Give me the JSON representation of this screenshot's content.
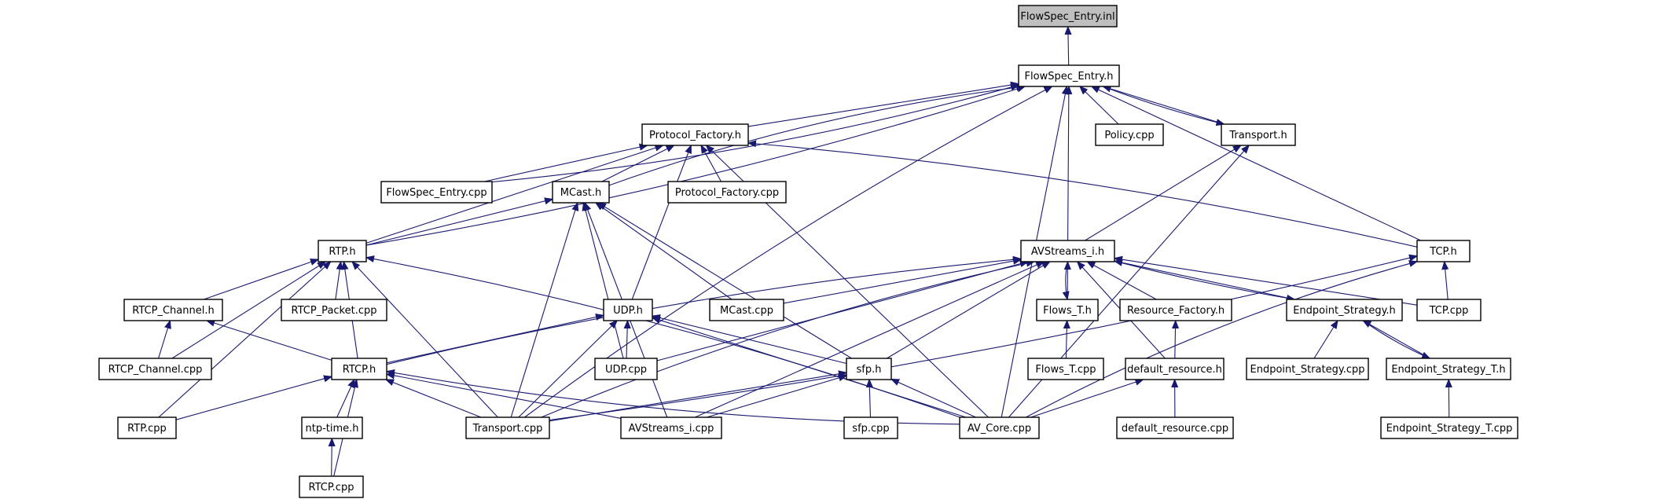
{
  "diagram": {
    "type": "include-dependency-graph",
    "root": "FlowSpec_Entry.inl",
    "nodes": [
      {
        "id": "inl",
        "label": "FlowSpec_Entry.inl",
        "highlighted": true
      },
      {
        "id": "fse_h",
        "label": "FlowSpec_Entry.h"
      },
      {
        "id": "policy_cpp",
        "label": "Policy.cpp"
      },
      {
        "id": "transport_h",
        "label": "Transport.h"
      },
      {
        "id": "pf_h",
        "label": "Protocol_Factory.h"
      },
      {
        "id": "fse_cpp",
        "label": "FlowSpec_Entry.cpp"
      },
      {
        "id": "mcast_h",
        "label": "MCast.h"
      },
      {
        "id": "pf_cpp",
        "label": "Protocol_Factory.cpp"
      },
      {
        "id": "rtp_h",
        "label": "RTP.h"
      },
      {
        "id": "avs_h",
        "label": "AVStreams_i.h"
      },
      {
        "id": "tcp_h",
        "label": "TCP.h"
      },
      {
        "id": "rtcpch_h",
        "label": "RTCP_Channel.h"
      },
      {
        "id": "rtcppk_cpp",
        "label": "RTCP_Packet.cpp"
      },
      {
        "id": "udp_h",
        "label": "UDP.h"
      },
      {
        "id": "mcast_cpp",
        "label": "MCast.cpp"
      },
      {
        "id": "flows_h",
        "label": "Flows_T.h"
      },
      {
        "id": "rf_h",
        "label": "Resource_Factory.h"
      },
      {
        "id": "es_h",
        "label": "Endpoint_Strategy.h"
      },
      {
        "id": "tcp_cpp",
        "label": "TCP.cpp"
      },
      {
        "id": "rtcpch_cpp",
        "label": "RTCP_Channel.cpp"
      },
      {
        "id": "rtcp_h",
        "label": "RTCP.h"
      },
      {
        "id": "udp_cpp",
        "label": "UDP.cpp"
      },
      {
        "id": "sfp_h",
        "label": "sfp.h"
      },
      {
        "id": "flows_cpp",
        "label": "Flows_T.cpp"
      },
      {
        "id": "dr_h",
        "label": "default_resource.h"
      },
      {
        "id": "es_cpp",
        "label": "Endpoint_Strategy.cpp"
      },
      {
        "id": "est_h",
        "label": "Endpoint_Strategy_T.h"
      },
      {
        "id": "rtp_cpp",
        "label": "RTP.cpp"
      },
      {
        "id": "ntp_h",
        "label": "ntp-time.h"
      },
      {
        "id": "transport_cpp",
        "label": "Transport.cpp"
      },
      {
        "id": "avs_cpp",
        "label": "AVStreams_i.cpp"
      },
      {
        "id": "sfp_cpp",
        "label": "sfp.cpp"
      },
      {
        "id": "avcore_cpp",
        "label": "AV_Core.cpp"
      },
      {
        "id": "dr_cpp",
        "label": "default_resource.cpp"
      },
      {
        "id": "est_cpp",
        "label": "Endpoint_Strategy_T.cpp"
      },
      {
        "id": "rtcp_cpp",
        "label": "RTCP.cpp"
      }
    ],
    "edges": [
      {
        "from": "fse_h",
        "to": "inl"
      },
      {
        "from": "policy_cpp",
        "to": "fse_h"
      },
      {
        "from": "transport_h",
        "to": "fse_h"
      },
      {
        "from": "fse_h",
        "to": "transport_h"
      },
      {
        "from": "pf_h",
        "to": "fse_h"
      },
      {
        "from": "fse_cpp",
        "to": "fse_h"
      },
      {
        "from": "mcast_h",
        "to": "fse_h"
      },
      {
        "from": "rtp_h",
        "to": "fse_h"
      },
      {
        "from": "avs_h",
        "to": "fse_h"
      },
      {
        "from": "tcp_h",
        "to": "fse_h"
      },
      {
        "from": "transport_cpp",
        "to": "fse_h"
      },
      {
        "from": "avcore_cpp",
        "to": "fse_h"
      },
      {
        "from": "fse_cpp",
        "to": "pf_h"
      },
      {
        "from": "mcast_h",
        "to": "pf_h"
      },
      {
        "from": "pf_cpp",
        "to": "pf_h"
      },
      {
        "from": "rtp_h",
        "to": "pf_h"
      },
      {
        "from": "udp_h",
        "to": "pf_h"
      },
      {
        "from": "tcp_h",
        "to": "pf_h"
      },
      {
        "from": "avcore_cpp",
        "to": "pf_h"
      },
      {
        "from": "avs_h",
        "to": "transport_h"
      },
      {
        "from": "avcore_cpp",
        "to": "transport_h"
      },
      {
        "from": "rtp_h",
        "to": "mcast_h"
      },
      {
        "from": "mcast_cpp",
        "to": "mcast_h"
      },
      {
        "from": "udp_cpp",
        "to": "mcast_h"
      },
      {
        "from": "transport_cpp",
        "to": "mcast_h"
      },
      {
        "from": "avs_cpp",
        "to": "mcast_h"
      },
      {
        "from": "sfp_h",
        "to": "mcast_h"
      },
      {
        "from": "rtcpch_h",
        "to": "rtp_h"
      },
      {
        "from": "rtcppk_cpp",
        "to": "rtp_h"
      },
      {
        "from": "rtcpch_cpp",
        "to": "rtp_h"
      },
      {
        "from": "rtcp_h",
        "to": "rtp_h"
      },
      {
        "from": "rtp_cpp",
        "to": "rtp_h"
      },
      {
        "from": "transport_cpp",
        "to": "rtp_h"
      },
      {
        "from": "avcore_cpp",
        "to": "rtp_h"
      },
      {
        "from": "rtcpch_cpp",
        "to": "rtcpch_h"
      },
      {
        "from": "rtcp_h",
        "to": "rtcpch_h"
      },
      {
        "from": "udp_cpp",
        "to": "udp_h"
      },
      {
        "from": "rtcp_h",
        "to": "udp_h"
      },
      {
        "from": "sfp_h",
        "to": "udp_h"
      },
      {
        "from": "transport_cpp",
        "to": "udp_h"
      },
      {
        "from": "avcore_cpp",
        "to": "udp_h"
      },
      {
        "from": "mcast_cpp",
        "to": "avs_h"
      },
      {
        "from": "flows_h",
        "to": "avs_h"
      },
      {
        "from": "avs_h",
        "to": "flows_h"
      },
      {
        "from": "rf_h",
        "to": "avs_h"
      },
      {
        "from": "es_h",
        "to": "avs_h"
      },
      {
        "from": "avs_h",
        "to": "es_h"
      },
      {
        "from": "tcp_cpp",
        "to": "avs_h"
      },
      {
        "from": "rtcp_h",
        "to": "avs_h"
      },
      {
        "from": "udp_cpp",
        "to": "avs_h"
      },
      {
        "from": "sfp_h",
        "to": "avs_h"
      },
      {
        "from": "dr_h",
        "to": "avs_h"
      },
      {
        "from": "transport_cpp",
        "to": "avs_h"
      },
      {
        "from": "avs_cpp",
        "to": "avs_h"
      },
      {
        "from": "tcp_cpp",
        "to": "tcp_h"
      },
      {
        "from": "transport_cpp",
        "to": "tcp_h"
      },
      {
        "from": "avcore_cpp",
        "to": "tcp_h"
      },
      {
        "from": "flows_cpp",
        "to": "flows_h"
      },
      {
        "from": "dr_h",
        "to": "rf_h"
      },
      {
        "from": "es_cpp",
        "to": "es_h"
      },
      {
        "from": "est_h",
        "to": "es_h"
      },
      {
        "from": "es_h",
        "to": "est_h"
      },
      {
        "from": "est_cpp",
        "to": "est_h"
      },
      {
        "from": "rtp_cpp",
        "to": "rtcp_h"
      },
      {
        "from": "ntp_h",
        "to": "rtcp_h"
      },
      {
        "from": "rtcp_cpp",
        "to": "rtcp_h"
      },
      {
        "from": "transport_cpp",
        "to": "rtcp_h"
      },
      {
        "from": "avs_cpp",
        "to": "rtcp_h"
      },
      {
        "from": "avcore_cpp",
        "to": "rtcp_h"
      },
      {
        "from": "rtcp_cpp",
        "to": "ntp_h"
      },
      {
        "from": "sfp_cpp",
        "to": "sfp_h"
      },
      {
        "from": "transport_cpp",
        "to": "sfp_h"
      },
      {
        "from": "avs_cpp",
        "to": "sfp_h"
      },
      {
        "from": "avcore_cpp",
        "to": "sfp_h"
      },
      {
        "from": "avcore_cpp",
        "to": "dr_h"
      },
      {
        "from": "dr_cpp",
        "to": "dr_h"
      }
    ]
  }
}
